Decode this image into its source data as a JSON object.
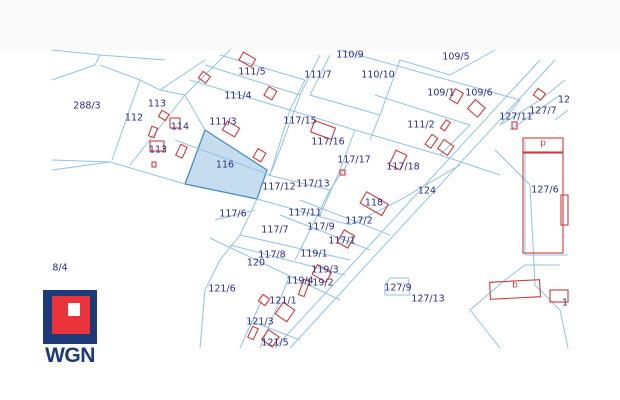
{
  "map": {
    "highlighted_parcel": "116",
    "colors": {
      "parcel_lines": "#8fc3e6",
      "buildings": "#d23a3a",
      "labels": "#2b2e8c",
      "highlight_fill": "#c6dcef"
    },
    "parcels": [
      "111/5",
      "110/9",
      "109/5",
      "111/7",
      "110/10",
      "288/3",
      "113",
      "112",
      "111/4",
      "109/1",
      "109/6",
      "127/11",
      "127/7",
      "12",
      "114",
      "111/3",
      "117/15",
      "111/2",
      "117/16",
      "113",
      "117/17",
      "117/18",
      "116",
      "117/12",
      "117/13",
      "124",
      "127/6",
      "118",
      "117/6",
      "117/11",
      "117/2",
      "117/7",
      "117/9",
      "117/1",
      "117/8",
      "119/1",
      "120",
      "8/4",
      "119/3",
      "119/4",
      "119/2",
      "121/6",
      "127/9",
      "127/13",
      "121/1",
      "121/3",
      "121/5",
      "1"
    ],
    "building_marks": [
      "p",
      "b"
    ]
  },
  "logo": {
    "text": "WGN"
  }
}
